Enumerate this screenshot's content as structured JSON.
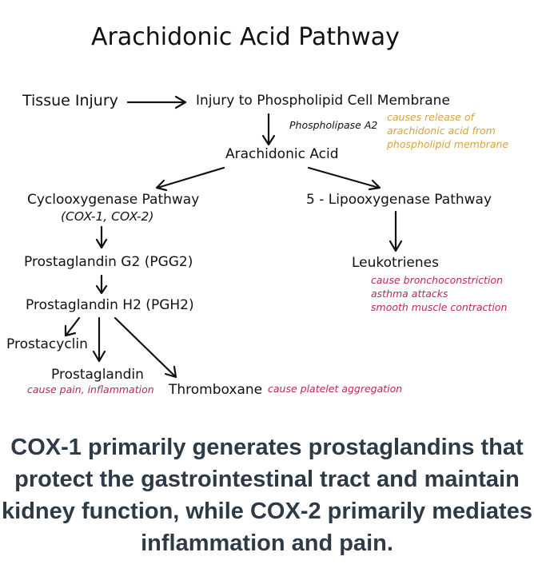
{
  "title": "Arachidonic Acid Pathway",
  "nodes": {
    "tissue_injury": "Tissue Injury",
    "membrane_injury": "Injury to Phospholipid Cell Membrane",
    "phospholipase": "Phospholipase A2",
    "arachidonic_acid": "Arachidonic Acid",
    "cox_pathway": "Cyclooxygenase Pathway",
    "cox_types": "(COX-1, COX-2)",
    "lox_pathway": "5 - Lipooxygenase Pathway",
    "pgg2": "Prostaglandin G2 (PGG2)",
    "pgh2": "Prostaglandin H2 (PGH2)",
    "leukotrienes": "Leukotrienes",
    "prostacyclin": "Prostacyclin",
    "prostaglandin": "Prostaglandin",
    "thromboxane": "Thromboxane"
  },
  "notes": {
    "release": "causes release of\narachidonic acid from\nphospholipid membrane",
    "leukotriene_effects": "cause bronchoconstriction\nasthma attacks\nsmooth muscle contraction",
    "prostaglandin_effects": "cause pain, inflammation",
    "thromboxane_effects": "cause platelet aggregation"
  },
  "colors": {
    "note_orange": "#d9a23c",
    "note_red": "#b62a52",
    "caption": "#2f3a47"
  },
  "caption": "COX-1 primarily generates prostaglandins that protect the gastrointestinal tract and maintain kidney function, while COX-2 primarily mediates inflammation and pain."
}
